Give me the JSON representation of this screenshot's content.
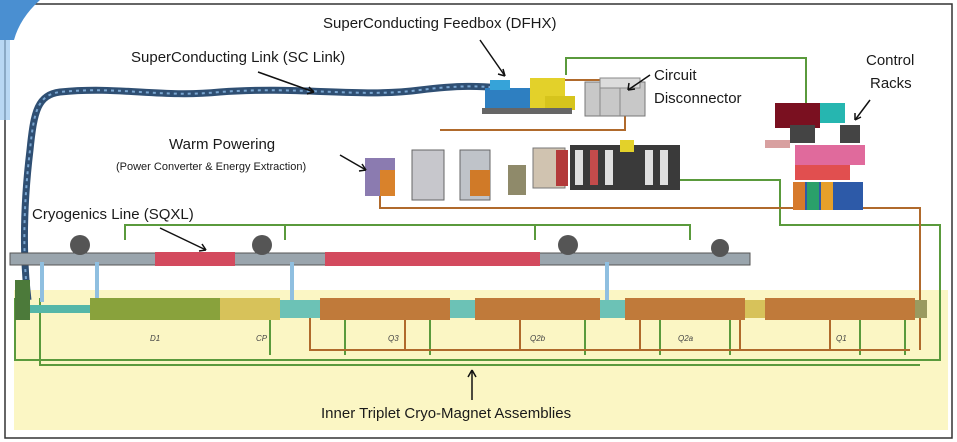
{
  "labels": {
    "feedbox": "SuperConducting Feedbox (DFHX)",
    "sc_link": "SuperConducting Link (SC Link)",
    "circuit_1": "Circuit",
    "circuit_2": "Disconnector",
    "control_1": "Control",
    "control_2": "Racks",
    "warm_1": "Warm Powering",
    "warm_2": "(Power Converter & Energy Extraction)",
    "cryo": "Cryogenics Line (SQXL)",
    "triplet": "Inner Triplet Cryo-Magnet Assemblies"
  },
  "magnets": [
    "D1",
    "CP",
    "Q3",
    "Q2b",
    "Q2a",
    "Q1"
  ],
  "colors": {
    "highlight": "#fbf6c4",
    "cable_green": "#5a9a3c",
    "cable_brown": "#b06a2c",
    "sc_link": "#3a5f86",
    "cryo_pipe": "#c9485a",
    "triplet_body": "#c07a3a"
  }
}
